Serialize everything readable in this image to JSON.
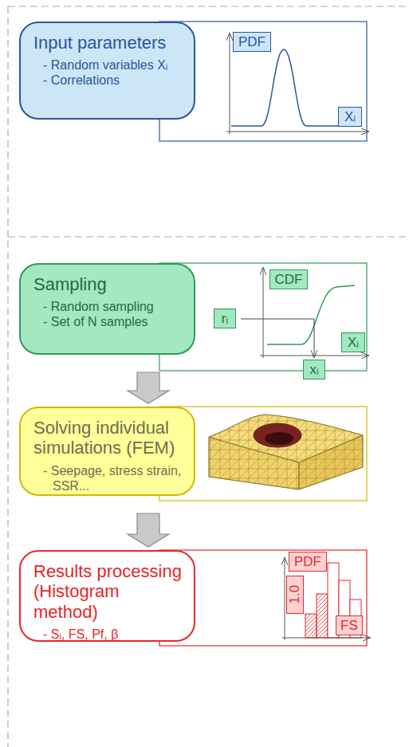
{
  "diagram": {
    "nodes": [
      {
        "text": [
          "Input parameters",
          "- Random variables Xᵢ",
          "- Correlations"
        ]
      },
      {
        "text": [
          "PDF"
        ]
      },
      {
        "text": [
          "Xᵢ"
        ]
      },
      {
        "text": [
          "Sampling",
          "- Random sampling",
          "- Set of N samples"
        ]
      },
      {
        "text": [
          "CDF"
        ]
      },
      {
        "text": [
          "rᵢ"
        ]
      },
      {
        "text": [
          "Xᵢ"
        ]
      },
      {
        "text": [
          "xᵢ"
        ]
      },
      {
        "text": [
          "Solving individual simulations (FEM)",
          "- Seepage, stress strain, SSR..."
        ]
      },
      {
        "text": [
          "Results processing (Histogram method)",
          "- Sᵢ, FS, Pf, β"
        ]
      },
      {
        "text": [
          "PDF"
        ]
      },
      {
        "text": [
          "1.0"
        ]
      },
      {
        "text": [
          "FS"
        ]
      }
    ],
    "edges": [
      {
        "from": 3,
        "to": 8,
        "arrow": "to"
      },
      {
        "from": 8,
        "to": 9,
        "arrow": "to"
      }
    ]
  }
}
